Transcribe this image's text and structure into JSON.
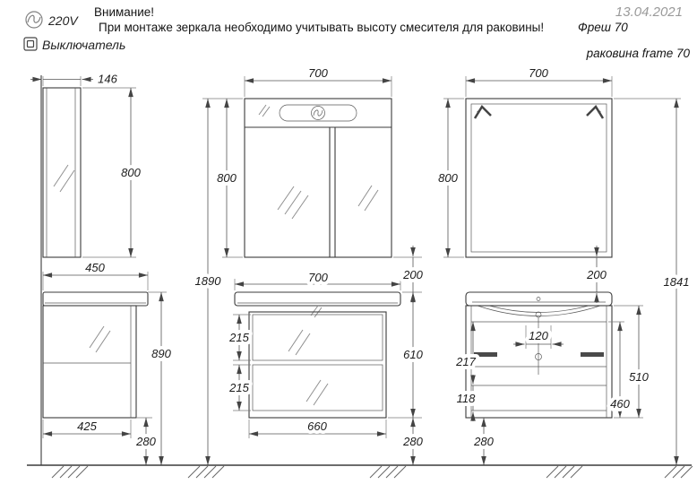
{
  "header": {
    "attention_title": "Внимание!",
    "attention_text": "При монтаже зеркала необходимо учитывать высоту смесителя для раковины!",
    "model": "Фреш 70",
    "date": "13.04.2021",
    "voltage": "220V",
    "switch_label": "Выключатель",
    "sink_label": "раковина frame 70"
  },
  "dims": {
    "d146": "146",
    "d800_side": "800",
    "d450": "450",
    "d890": "890",
    "d425": "425",
    "d280_side": "280",
    "d1890": "1890",
    "d700_mirror": "700",
    "d800_mirror": "800",
    "d200_front": "200",
    "d700_vanity": "700",
    "d215_a": "215",
    "d215_b": "215",
    "d610": "610",
    "d660": "660",
    "d280_front": "280",
    "d700_rear": "700",
    "d800_rear": "800",
    "d200_rear": "200",
    "d120": "120",
    "d217": "217",
    "d118": "118",
    "d510": "510",
    "d460": "460",
    "d280_rear": "280",
    "d1841": "1841"
  },
  "colors": {
    "line": "#3b3b3b",
    "dim_text": "#1c1c1c",
    "muted_date": "#9a9a9a"
  }
}
